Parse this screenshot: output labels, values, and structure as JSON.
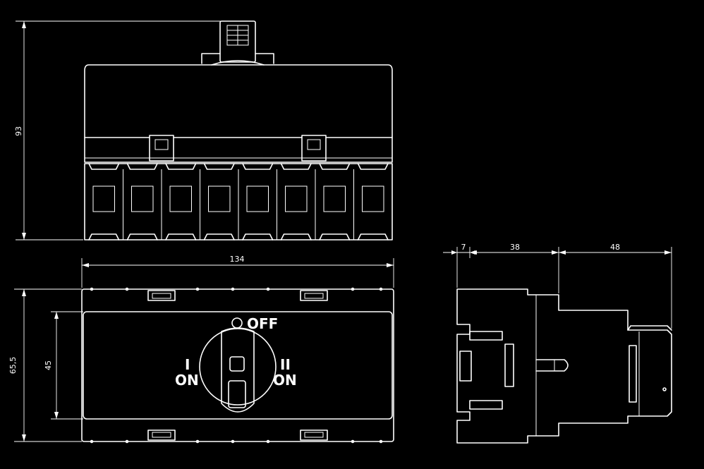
{
  "dimensions": {
    "height_total": "93",
    "width_total": "134",
    "height_front": "65,5",
    "height_window": "45",
    "depth_a": "7",
    "depth_b": "38",
    "depth_c": "48"
  },
  "switch_labels": {
    "off": "OFF",
    "on_i_numeral": "I",
    "on_i_text": "ON",
    "on_ii_numeral": "II",
    "on_ii_text": "ON"
  },
  "colors": {
    "background": "#000000",
    "line": "#ffffff"
  }
}
